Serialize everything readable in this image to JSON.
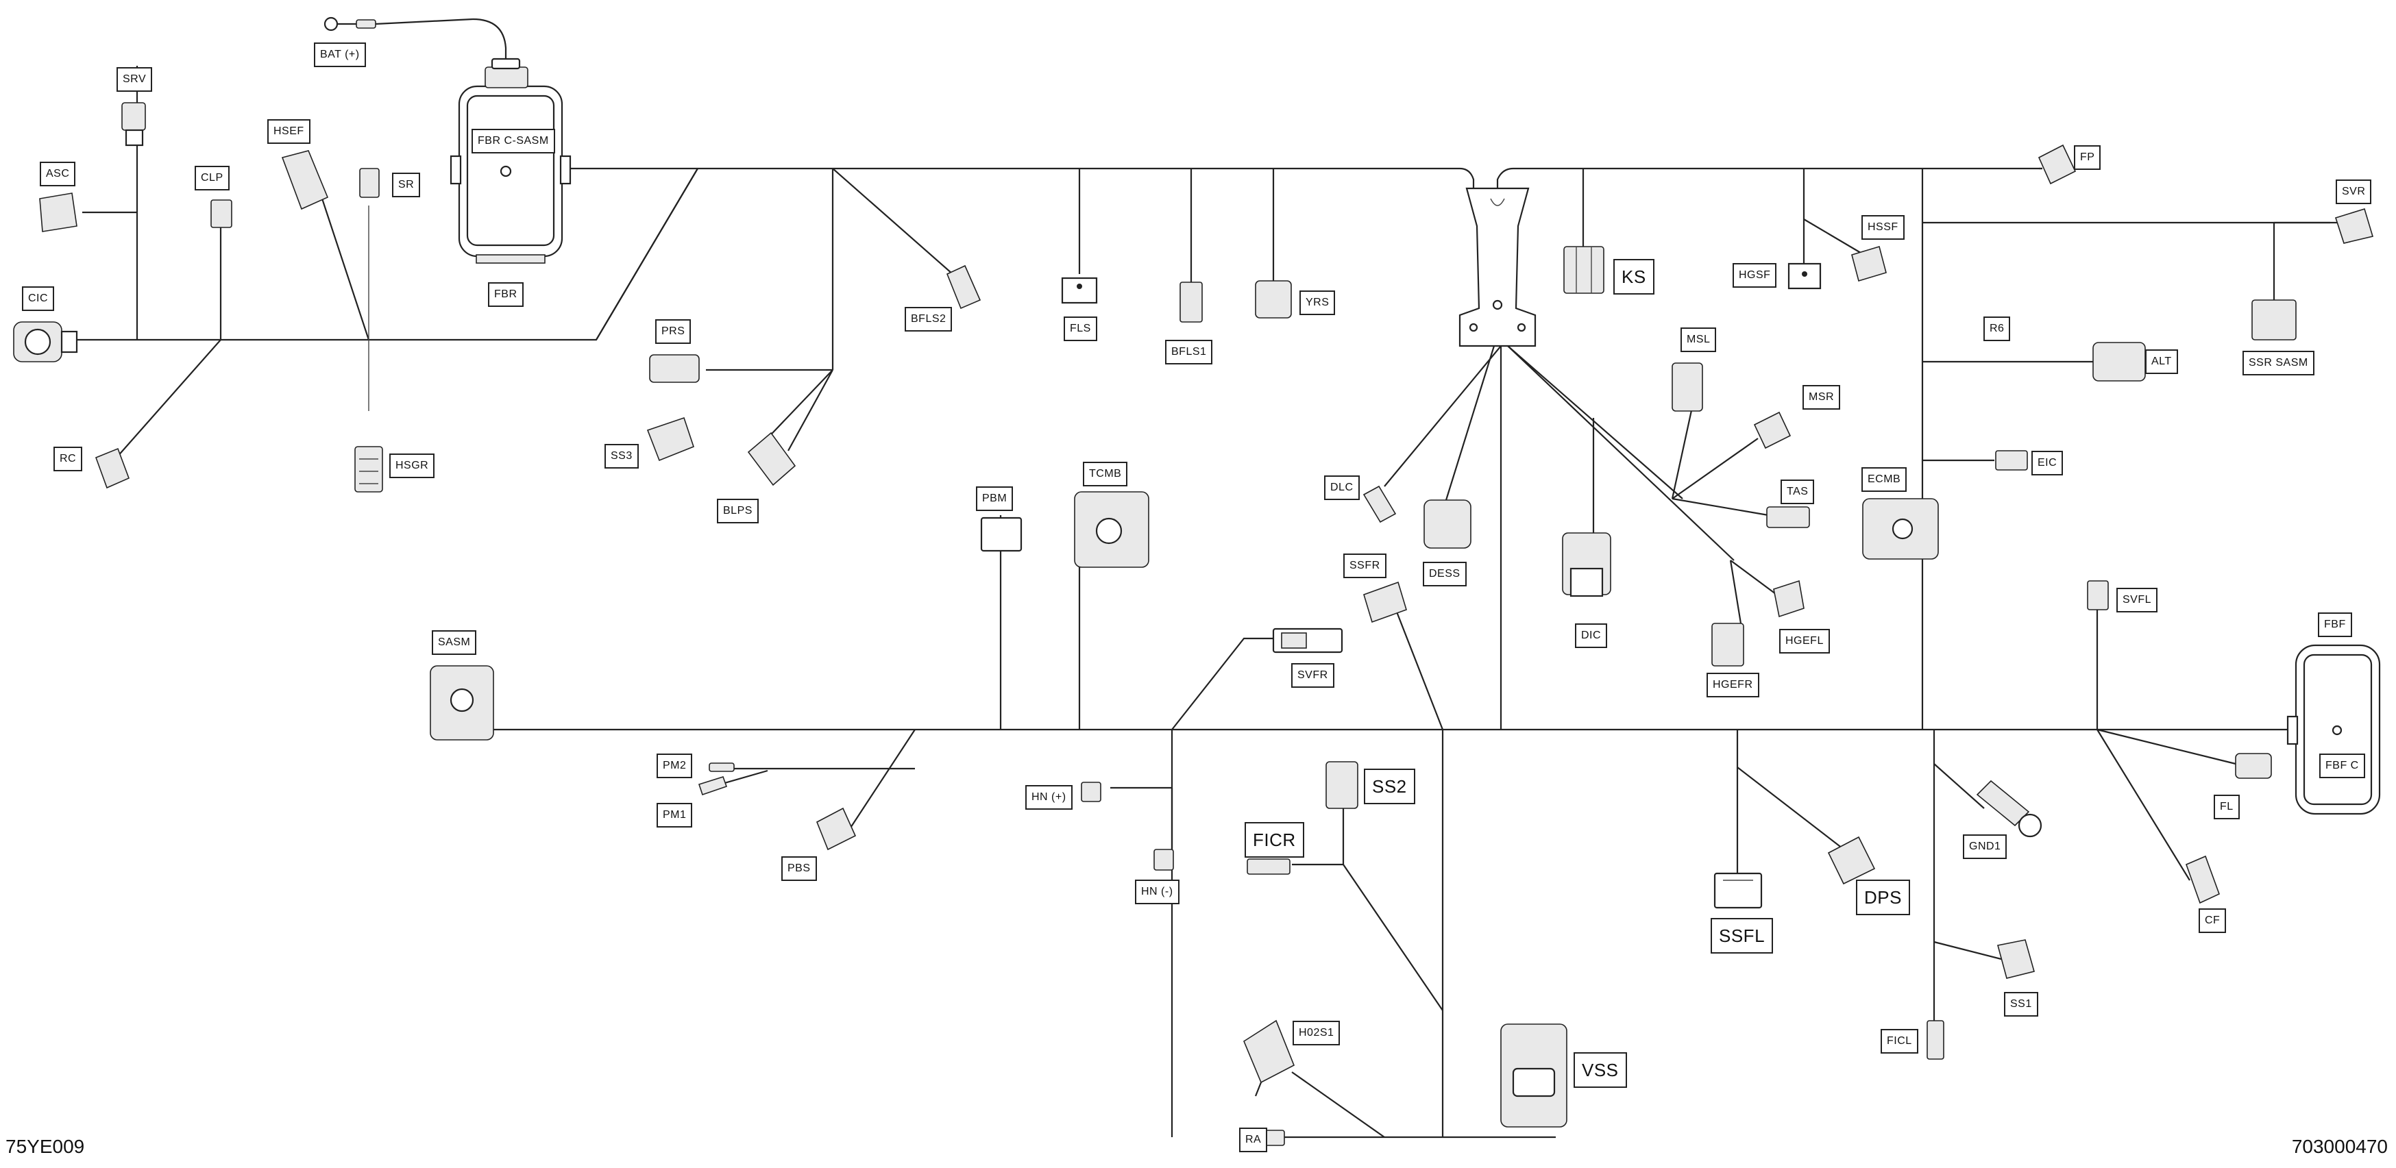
{
  "diagram": {
    "code_left": "75YE009",
    "code_right": "703000470"
  },
  "labels": {
    "BAT": "BAT (+)",
    "FBR_CSASM": "FBR C-SASM",
    "FBR": "FBR",
    "SRV": "SRV",
    "ASC": "ASC",
    "CLP": "CLP",
    "HSEF": "HSEF",
    "SR": "SR",
    "CIC": "CIC",
    "RC": "RC",
    "HSGR": "HSGR",
    "PRS": "PRS",
    "SS3": "SS3",
    "BLPS": "BLPS",
    "BFLS2": "BFLS2",
    "FLS": "FLS",
    "BFLS1": "BFLS1",
    "YRS": "YRS",
    "KS": "KS",
    "HGSF": "HGSF",
    "HSSF": "HSSF",
    "FP": "FP",
    "SVR": "SVR",
    "SSR_SASM": "SSR SASM",
    "R6": "R6",
    "ALT": "ALT",
    "EIC": "EIC",
    "ECMB": "ECMB",
    "MSL": "MSL",
    "MSR": "MSR",
    "TAS": "TAS",
    "DLC": "DLC",
    "DESS": "DESS",
    "DIC": "DIC",
    "HGEFL": "HGEFL",
    "HGEFR": "HGEFR",
    "SVFL": "SVFL",
    "FBF": "FBF",
    "FBF_C": "FBF C",
    "TCMB": "TCMB",
    "PBM": "PBM",
    "SASM": "SASM",
    "PM2": "PM2",
    "PM1": "PM1",
    "PBS": "PBS",
    "SSFR": "SSFR",
    "SVFR": "SVFR",
    "HN_PLUS": "HN (+)",
    "HN_MINUS": "HN (-)",
    "SS2": "SS2",
    "FICR": "FICR",
    "H02S1": "H02S1",
    "RA": "RA",
    "VSS": "VSS",
    "SSFL": "SSFL",
    "DPS": "DPS",
    "GND1": "GND1",
    "SS1": "SS1",
    "FICL": "FICL",
    "FL": "FL",
    "CF": "CF"
  }
}
